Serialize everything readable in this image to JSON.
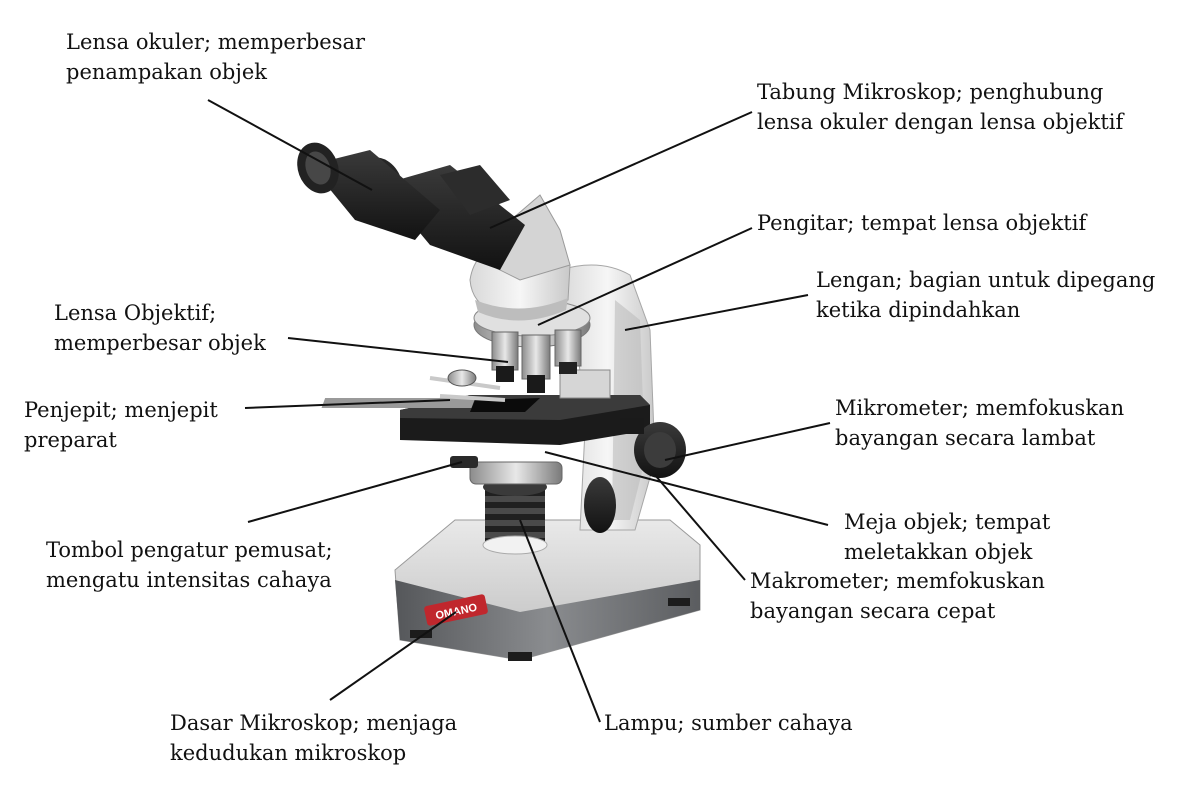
{
  "colors": {
    "leader": "#111111",
    "text": "#111111",
    "body_white": "#ececec",
    "body_grey": "#9a9a9a",
    "body_dark": "#2a2a2a",
    "base_grey": "#6f7072",
    "brand_red": "#c0272d"
  },
  "brand_logo_text": "OMANO",
  "labels": {
    "eyepiece": {
      "line1": "Lensa okuler; memperbesar",
      "line2": "penampakan objek"
    },
    "tube": {
      "line1": "Tabung Mikroskop; penghubung",
      "line2": "lensa okuler dengan lensa objektif"
    },
    "revolver": {
      "line1": "Pengitar; tempat lensa objektif"
    },
    "arm": {
      "line1": "Lengan; bagian untuk dipegang",
      "line2": "ketika dipindahkan"
    },
    "objective": {
      "line1": "Lensa Objektif;",
      "line2": "memperbesar objek"
    },
    "clip": {
      "line1": "Penjepit; menjepit",
      "line2": "preparat"
    },
    "fine_focus": {
      "line1": "Mikrometer; memfokuskan",
      "line2": "bayangan secara lambat"
    },
    "condenser_knob": {
      "line1": "Tombol pengatur pemusat;",
      "line2": "mengatu intensitas cahaya"
    },
    "stage": {
      "line1": "Meja objek; tempat",
      "line2": "meletakkan objek"
    },
    "coarse_focus": {
      "line1": "Makrometer; memfokuskan",
      "line2": "bayangan secara cepat"
    },
    "base": {
      "line1": "Dasar Mikroskop; menjaga",
      "line2": "kedudukan mikroskop"
    },
    "lamp": {
      "line1": "Lampu; sumber cahaya"
    }
  }
}
